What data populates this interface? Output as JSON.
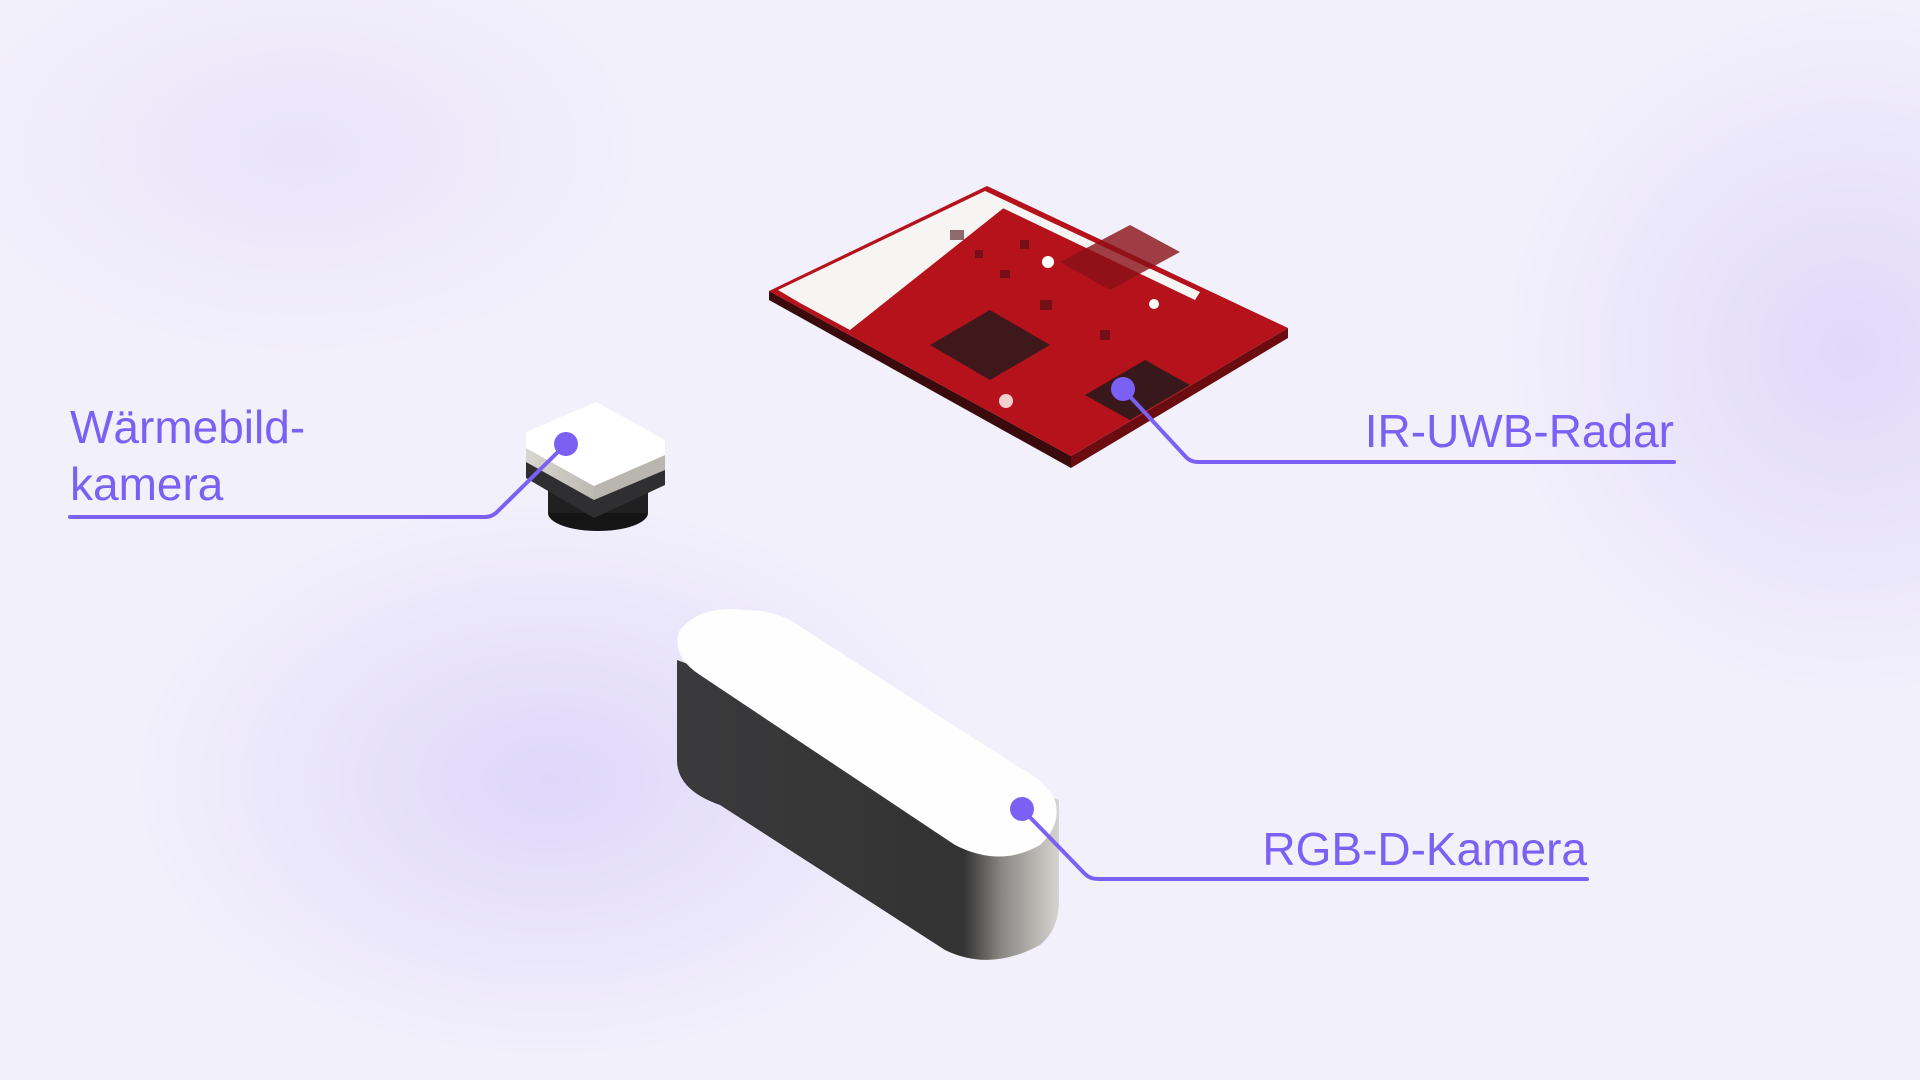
{
  "labels": {
    "thermal_camera_line1": "Wärmebild-",
    "thermal_camera_line2": "kamera",
    "radar": "IR-UWB-Radar",
    "rgbd_camera": "RGB-D-Kamera"
  },
  "colors": {
    "accent": "#7b60f4",
    "background": "#f2f0fb",
    "pcb_red": "#b5121b"
  }
}
